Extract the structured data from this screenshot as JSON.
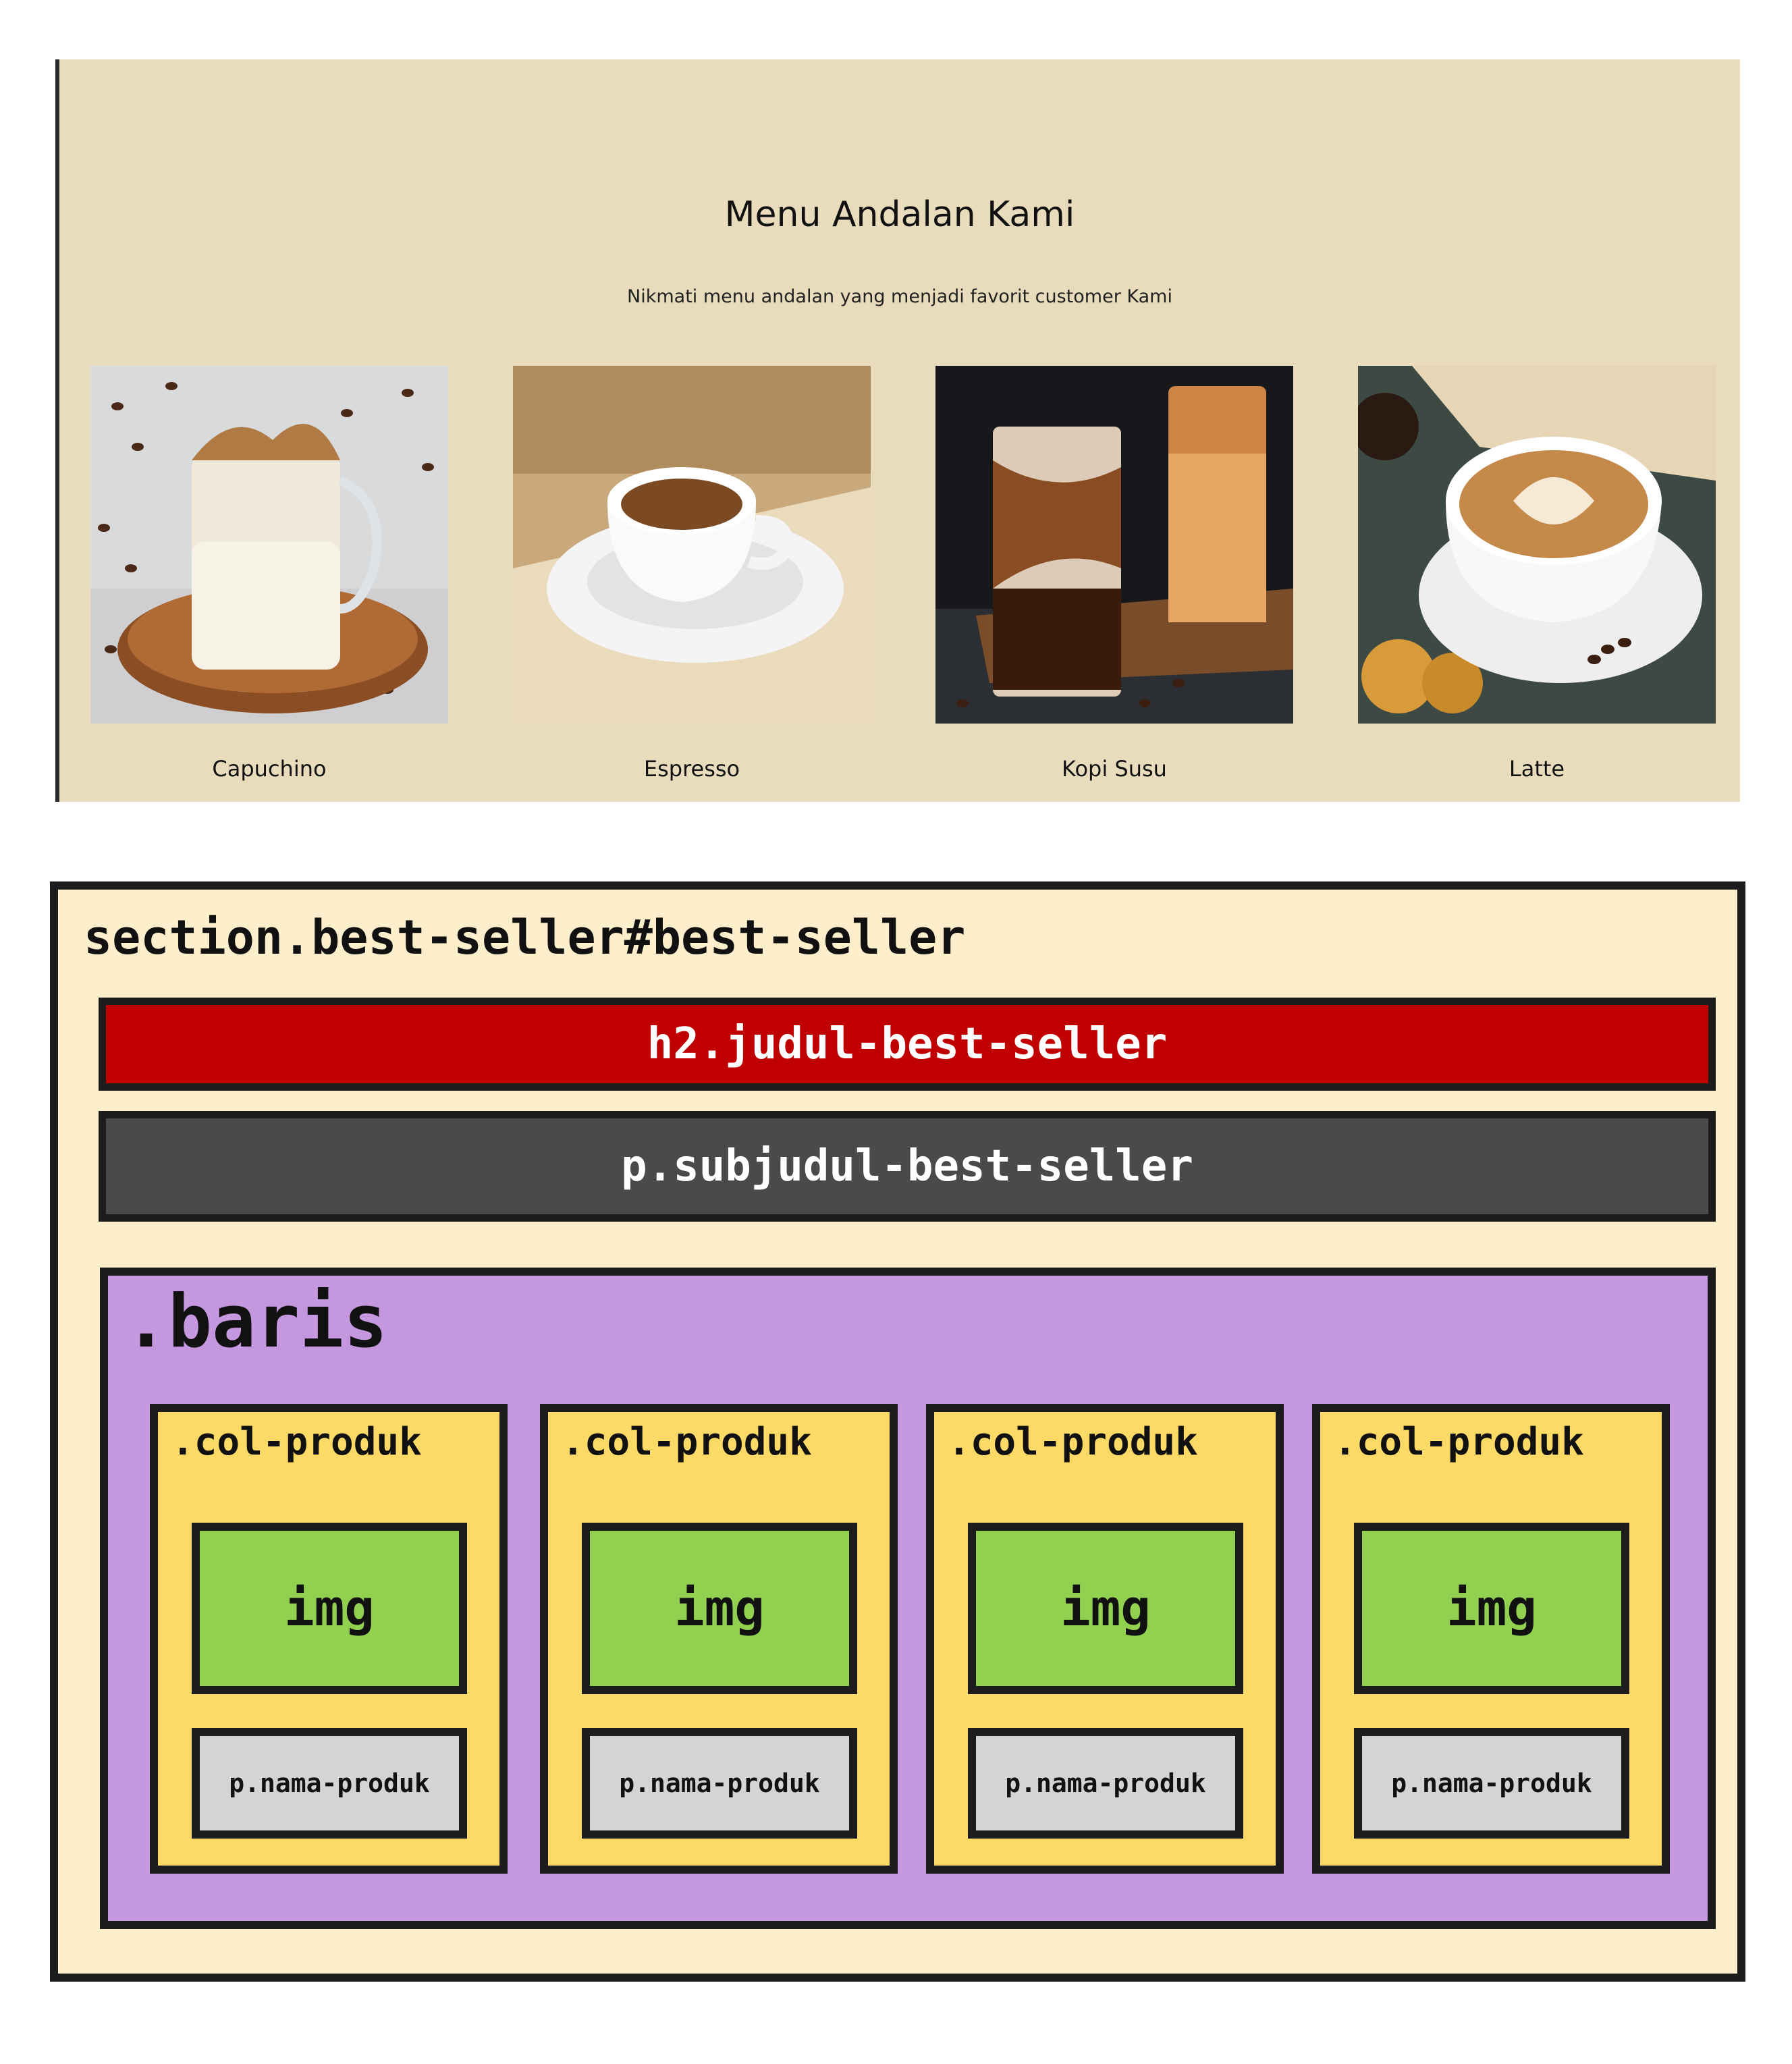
{
  "preview": {
    "title": "Menu Andalan Kami",
    "subtitle": "Nikmati menu andalan yang menjadi favorit customer Kami",
    "products": [
      {
        "name": "Capuchino",
        "photo": "iced-dalgona-coffee-glass"
      },
      {
        "name": "Espresso",
        "photo": "espresso-cup-on-saucer"
      },
      {
        "name": "Kopi Susu",
        "photo": "iced-coffee-milk-glasses"
      },
      {
        "name": "Latte",
        "photo": "latte-art-cup"
      }
    ],
    "background_color": "#e8dcbd"
  },
  "diagram": {
    "section_label": "section.best-seller#best-seller",
    "h2_label": "h2.judul-best-seller",
    "p_label": "p.subjudul-best-seller",
    "row_label": ".baris",
    "columns": [
      {
        "label": ".col-produk",
        "img": "img",
        "name": "p.nama-produk"
      },
      {
        "label": ".col-produk",
        "img": "img",
        "name": "p.nama-produk"
      },
      {
        "label": ".col-produk",
        "img": "img",
        "name": "p.nama-produk"
      },
      {
        "label": ".col-produk",
        "img": "img",
        "name": "p.nama-produk"
      }
    ],
    "colors": {
      "section": "#fdefcb",
      "h2": "#c00000",
      "p": "#4a4a4a",
      "row": "#c597df",
      "column": "#fdd966",
      "img": "#92d050",
      "name": "#d6d3d4"
    }
  }
}
